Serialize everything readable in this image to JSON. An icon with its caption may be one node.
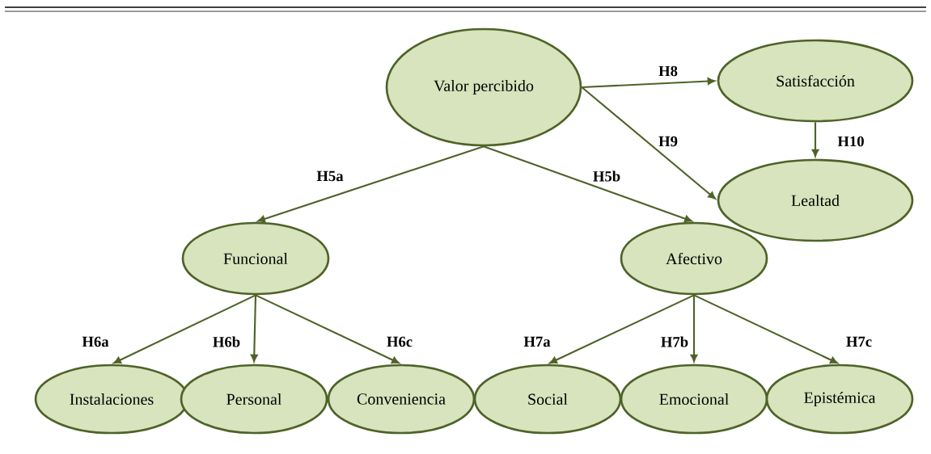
{
  "diagram": {
    "nodes": [
      {
        "text": [
          "Valor percibido"
        ]
      },
      {
        "text": [
          "Satisfacción"
        ]
      },
      {
        "text": [
          "Lealtad"
        ]
      },
      {
        "text": [
          "Funcional"
        ]
      },
      {
        "text": [
          "Afectivo"
        ]
      },
      {
        "text": [
          "Instalaciones"
        ]
      },
      {
        "text": [
          "Personal"
        ]
      },
      {
        "text": [
          "Conveniencia"
        ]
      },
      {
        "text": [
          "Social"
        ]
      },
      {
        "text": [
          "Emocional"
        ]
      },
      {
        "text": [
          "Epistémica"
        ]
      }
    ],
    "edges": [
      {
        "from": 0,
        "to": 1,
        "arrow": "to",
        "label": "H8"
      },
      {
        "from": 0,
        "to": 2,
        "arrow": "to",
        "label": "H9"
      },
      {
        "from": 1,
        "to": 2,
        "arrow": "to",
        "label": "H10"
      },
      {
        "from": 0,
        "to": 3,
        "arrow": "to",
        "label": "H5a"
      },
      {
        "from": 0,
        "to": 4,
        "arrow": "to",
        "label": "H5b"
      },
      {
        "from": 3,
        "to": 5,
        "arrow": "to",
        "label": "H6a"
      },
      {
        "from": 3,
        "to": 6,
        "arrow": "to",
        "label": "H6b"
      },
      {
        "from": 3,
        "to": 7,
        "arrow": "to",
        "label": "H6c"
      },
      {
        "from": 4,
        "to": 8,
        "arrow": "to",
        "label": "H7a"
      },
      {
        "from": 4,
        "to": 9,
        "arrow": "to",
        "label": "H7b"
      },
      {
        "from": 4,
        "to": 10,
        "arrow": "to",
        "label": "H7c"
      }
    ]
  }
}
